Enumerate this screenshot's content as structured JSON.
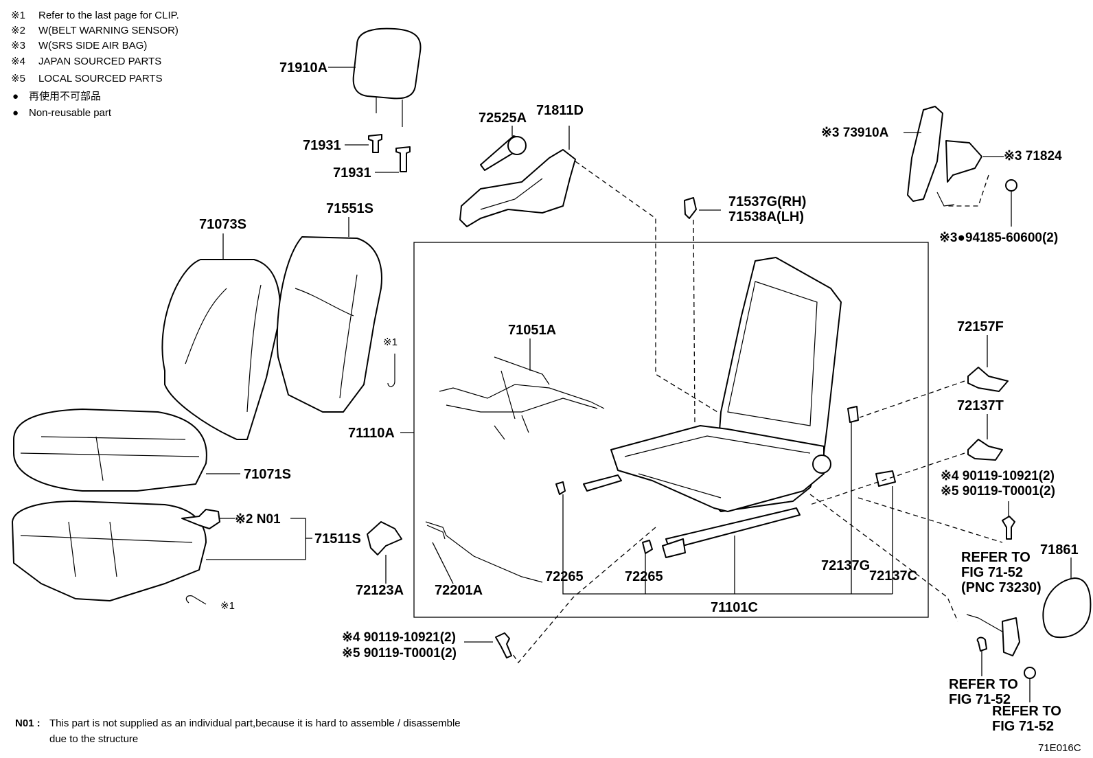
{
  "legend": [
    {
      "mark": "※1",
      "text": "Refer to the last page for CLIP."
    },
    {
      "mark": "※2",
      "text": "W(BELT WARNING SENSOR)"
    },
    {
      "mark": "※3",
      "text": "W(SRS SIDE AIR BAG)"
    },
    {
      "mark": "※4",
      "text": "JAPAN SOURCED PARTS"
    },
    {
      "mark": "※5",
      "text": "LOCAL SOURCED PARTS"
    },
    {
      "mark": "●",
      "text": "再使用不可部品"
    },
    {
      "mark": "●",
      "text": "Non-reusable part"
    }
  ],
  "parts": {
    "p71910A": "71910A",
    "p71931a": "71931",
    "p71931b": "71931",
    "p72525A": "72525A",
    "p71811D": "71811D",
    "p73910A": "※3 73910A",
    "p71824": "※3 71824",
    "p94185": "※3●94185-60600(2)",
    "p71537G": "71537G(RH)",
    "p71538A": "71538A(LH)",
    "p71073S": "71073S",
    "p71551S": "71551S",
    "p71051A": "71051A",
    "p71110A": "71110A",
    "p72157F": "72157F",
    "p72137T": "72137T",
    "p90119a1": "※4 90119-10921(2)",
    "p90119a2": "※5 90119-T0001(2)",
    "p71071S": "71071S",
    "pN01": "※2 N01",
    "p71511S": "71511S",
    "p72123A": "72123A",
    "p72201A": "72201A",
    "p72265a": "72265",
    "p72265b": "72265",
    "p72137G": "72137G",
    "p72137C": "72137C",
    "p71101C": "71101C",
    "p71861": "71861",
    "p90119b1": "※4 90119-10921(2)",
    "p90119b2": "※5 90119-T0001(2)",
    "clip1": "※1",
    "clip2": "※1"
  },
  "refs": {
    "r1": [
      "REFER TO",
      "FIG 71-52",
      "(PNC 73230)"
    ],
    "r2": [
      "REFER TO",
      "FIG 71-52"
    ],
    "r3": [
      "REFER TO",
      "FIG 71-52"
    ]
  },
  "footnote": {
    "label": "N01 :",
    "line1": "This part is not supplied as an individual part,because it is hard to assemble / disassemble",
    "line2": "due to the structure"
  },
  "figure_id": "71E016C"
}
